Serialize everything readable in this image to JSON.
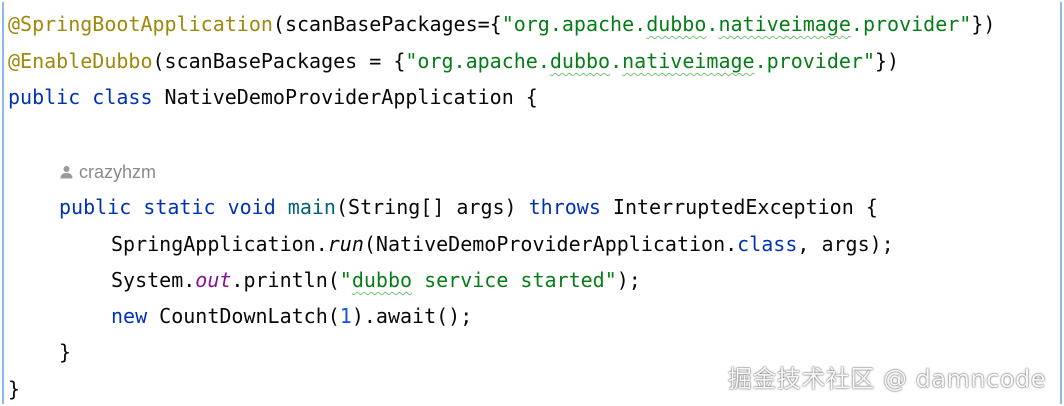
{
  "code": {
    "line1": {
      "annotation": "@SpringBootApplication",
      "args_open": "(scanBasePackages={",
      "string_open_quote": "\"org.apache.",
      "string_typo": "dubbo",
      "string_mid": ".",
      "string_typo2": "nativeimage",
      "string_close": ".provider\"",
      "args_close": "})"
    },
    "line2": {
      "annotation": "@EnableDubbo",
      "args_open": "(scanBasePackages = {",
      "string_open_quote": "\"org.apache.",
      "string_typo": "dubbo",
      "string_mid": ".",
      "string_typo2": "nativeimage",
      "string_close": ".provider\"",
      "args_close": "})"
    },
    "line3": {
      "kw_public": "public",
      "kw_class": "class",
      "class_name": " NativeDemoProviderApplication {"
    },
    "author_hint": "crazyhzm",
    "line6": {
      "kw_public": "public",
      "kw_static": "static",
      "kw_void": "void",
      "method": " main",
      "params": "(String[] args) ",
      "kw_throws": "throws",
      "exception": " InterruptedException {"
    },
    "line7": {
      "prefix": "SpringApplication.",
      "method": "run",
      "args_open": "(NativeDemoProviderApplication.",
      "kw_class": "class",
      "args_close": ", args);"
    },
    "line8": {
      "prefix": "System.",
      "field": "out",
      "call": ".println(",
      "quote_open": "\"",
      "string_typo": "dubbo",
      "string_rest": " service started\"",
      "close": ");"
    },
    "line9": {
      "kw_new": "new",
      "ctor": " CountDownLatch(",
      "num": "1",
      "rest": ").await();"
    },
    "line10": {
      "brace": "}"
    },
    "line11": {
      "brace": "}"
    }
  },
  "watermark": "掘金技术社区 @ damncode",
  "colors": {
    "annotation": "#9e880d",
    "keyword": "#0033b3",
    "string": "#067d17",
    "number": "#1750eb",
    "static_field": "#871094",
    "editor_border": "#8fb7e8"
  },
  "icons": {
    "author_hint_icon": "person-icon"
  }
}
